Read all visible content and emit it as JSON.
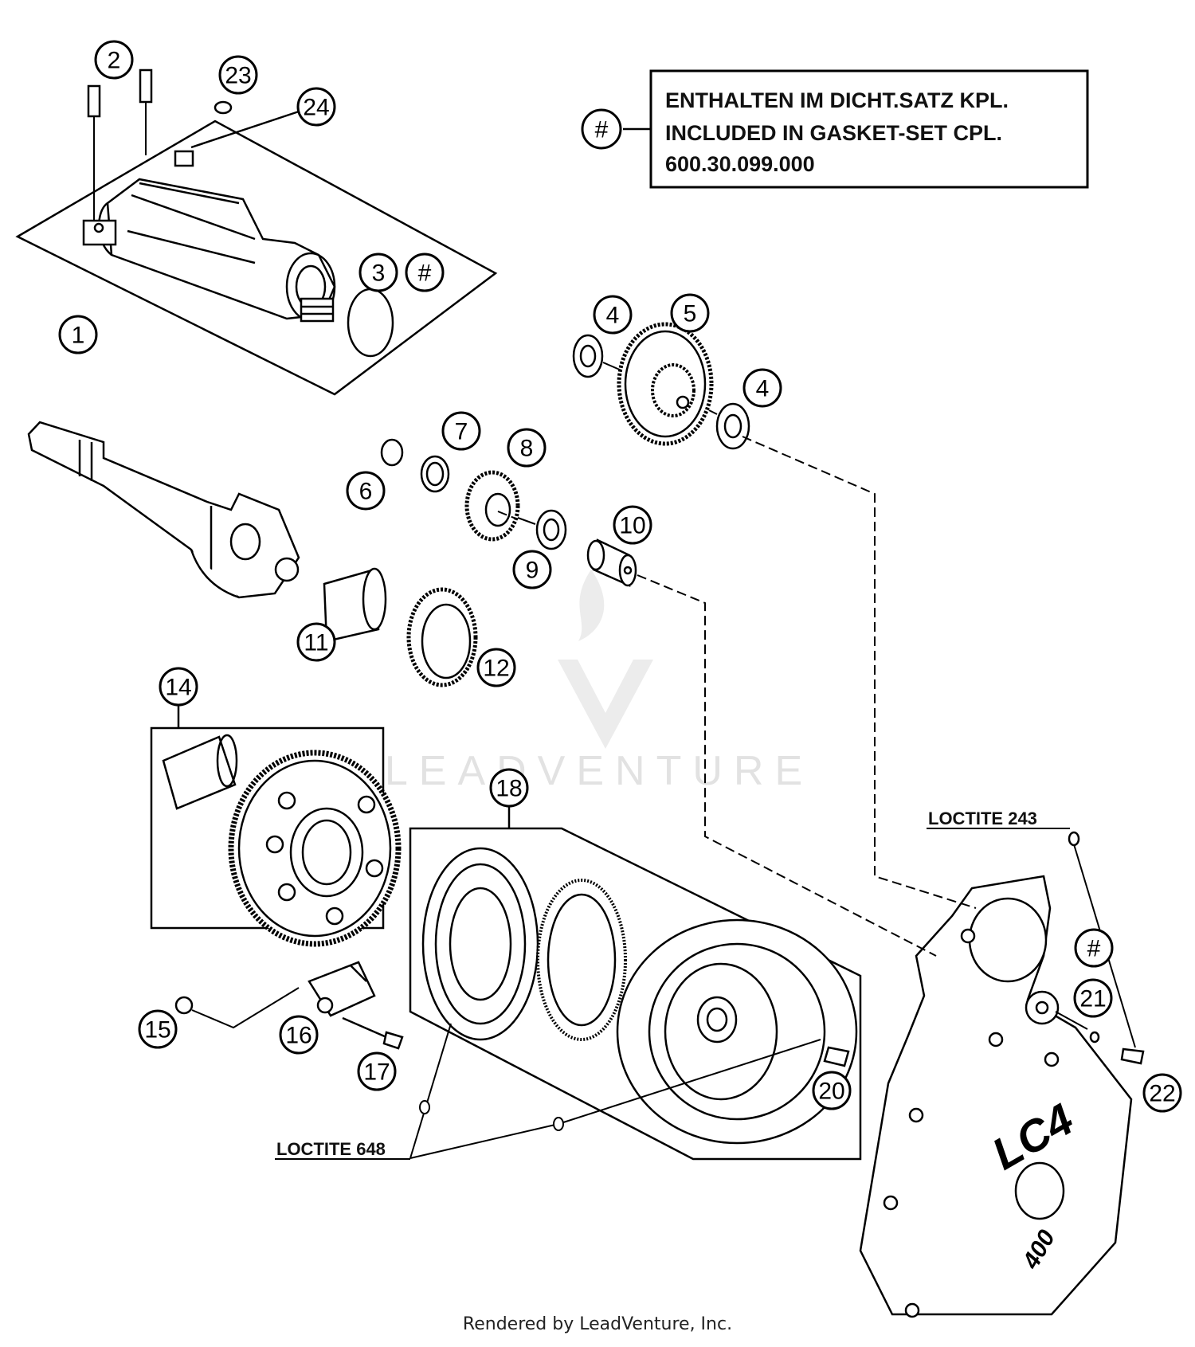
{
  "note": {
    "symbol": "#",
    "lines": [
      "ENTHALTEN IM DICHT.SATZ KPL.",
      "INCLUDED IN GASKET-SET CPL.",
      "600.30.099.000"
    ]
  },
  "callouts": [
    {
      "id": "1",
      "label": "1"
    },
    {
      "id": "2",
      "label": "2"
    },
    {
      "id": "3",
      "label": "3"
    },
    {
      "id": "3-hash",
      "label": "#"
    },
    {
      "id": "4a",
      "label": "4"
    },
    {
      "id": "4b",
      "label": "4"
    },
    {
      "id": "5",
      "label": "5"
    },
    {
      "id": "6",
      "label": "6"
    },
    {
      "id": "7",
      "label": "7"
    },
    {
      "id": "8",
      "label": "8"
    },
    {
      "id": "9",
      "label": "9"
    },
    {
      "id": "10",
      "label": "10"
    },
    {
      "id": "11",
      "label": "11"
    },
    {
      "id": "12",
      "label": "12"
    },
    {
      "id": "14",
      "label": "14"
    },
    {
      "id": "15",
      "label": "15"
    },
    {
      "id": "16",
      "label": "16"
    },
    {
      "id": "17",
      "label": "17"
    },
    {
      "id": "18",
      "label": "18"
    },
    {
      "id": "20",
      "label": "20"
    },
    {
      "id": "21",
      "label": "21"
    },
    {
      "id": "21-hash",
      "label": "#"
    },
    {
      "id": "22",
      "label": "22"
    },
    {
      "id": "23",
      "label": "23"
    },
    {
      "id": "24",
      "label": "24"
    }
  ],
  "labels": {
    "loctite_243": "LOCTITE 243",
    "loctite_648": "LOCTITE 648"
  },
  "cover_marks": {
    "brand": "LC4",
    "model": "400"
  },
  "watermark": "LEADVENTURE",
  "footer": "Rendered by LeadVenture, Inc."
}
